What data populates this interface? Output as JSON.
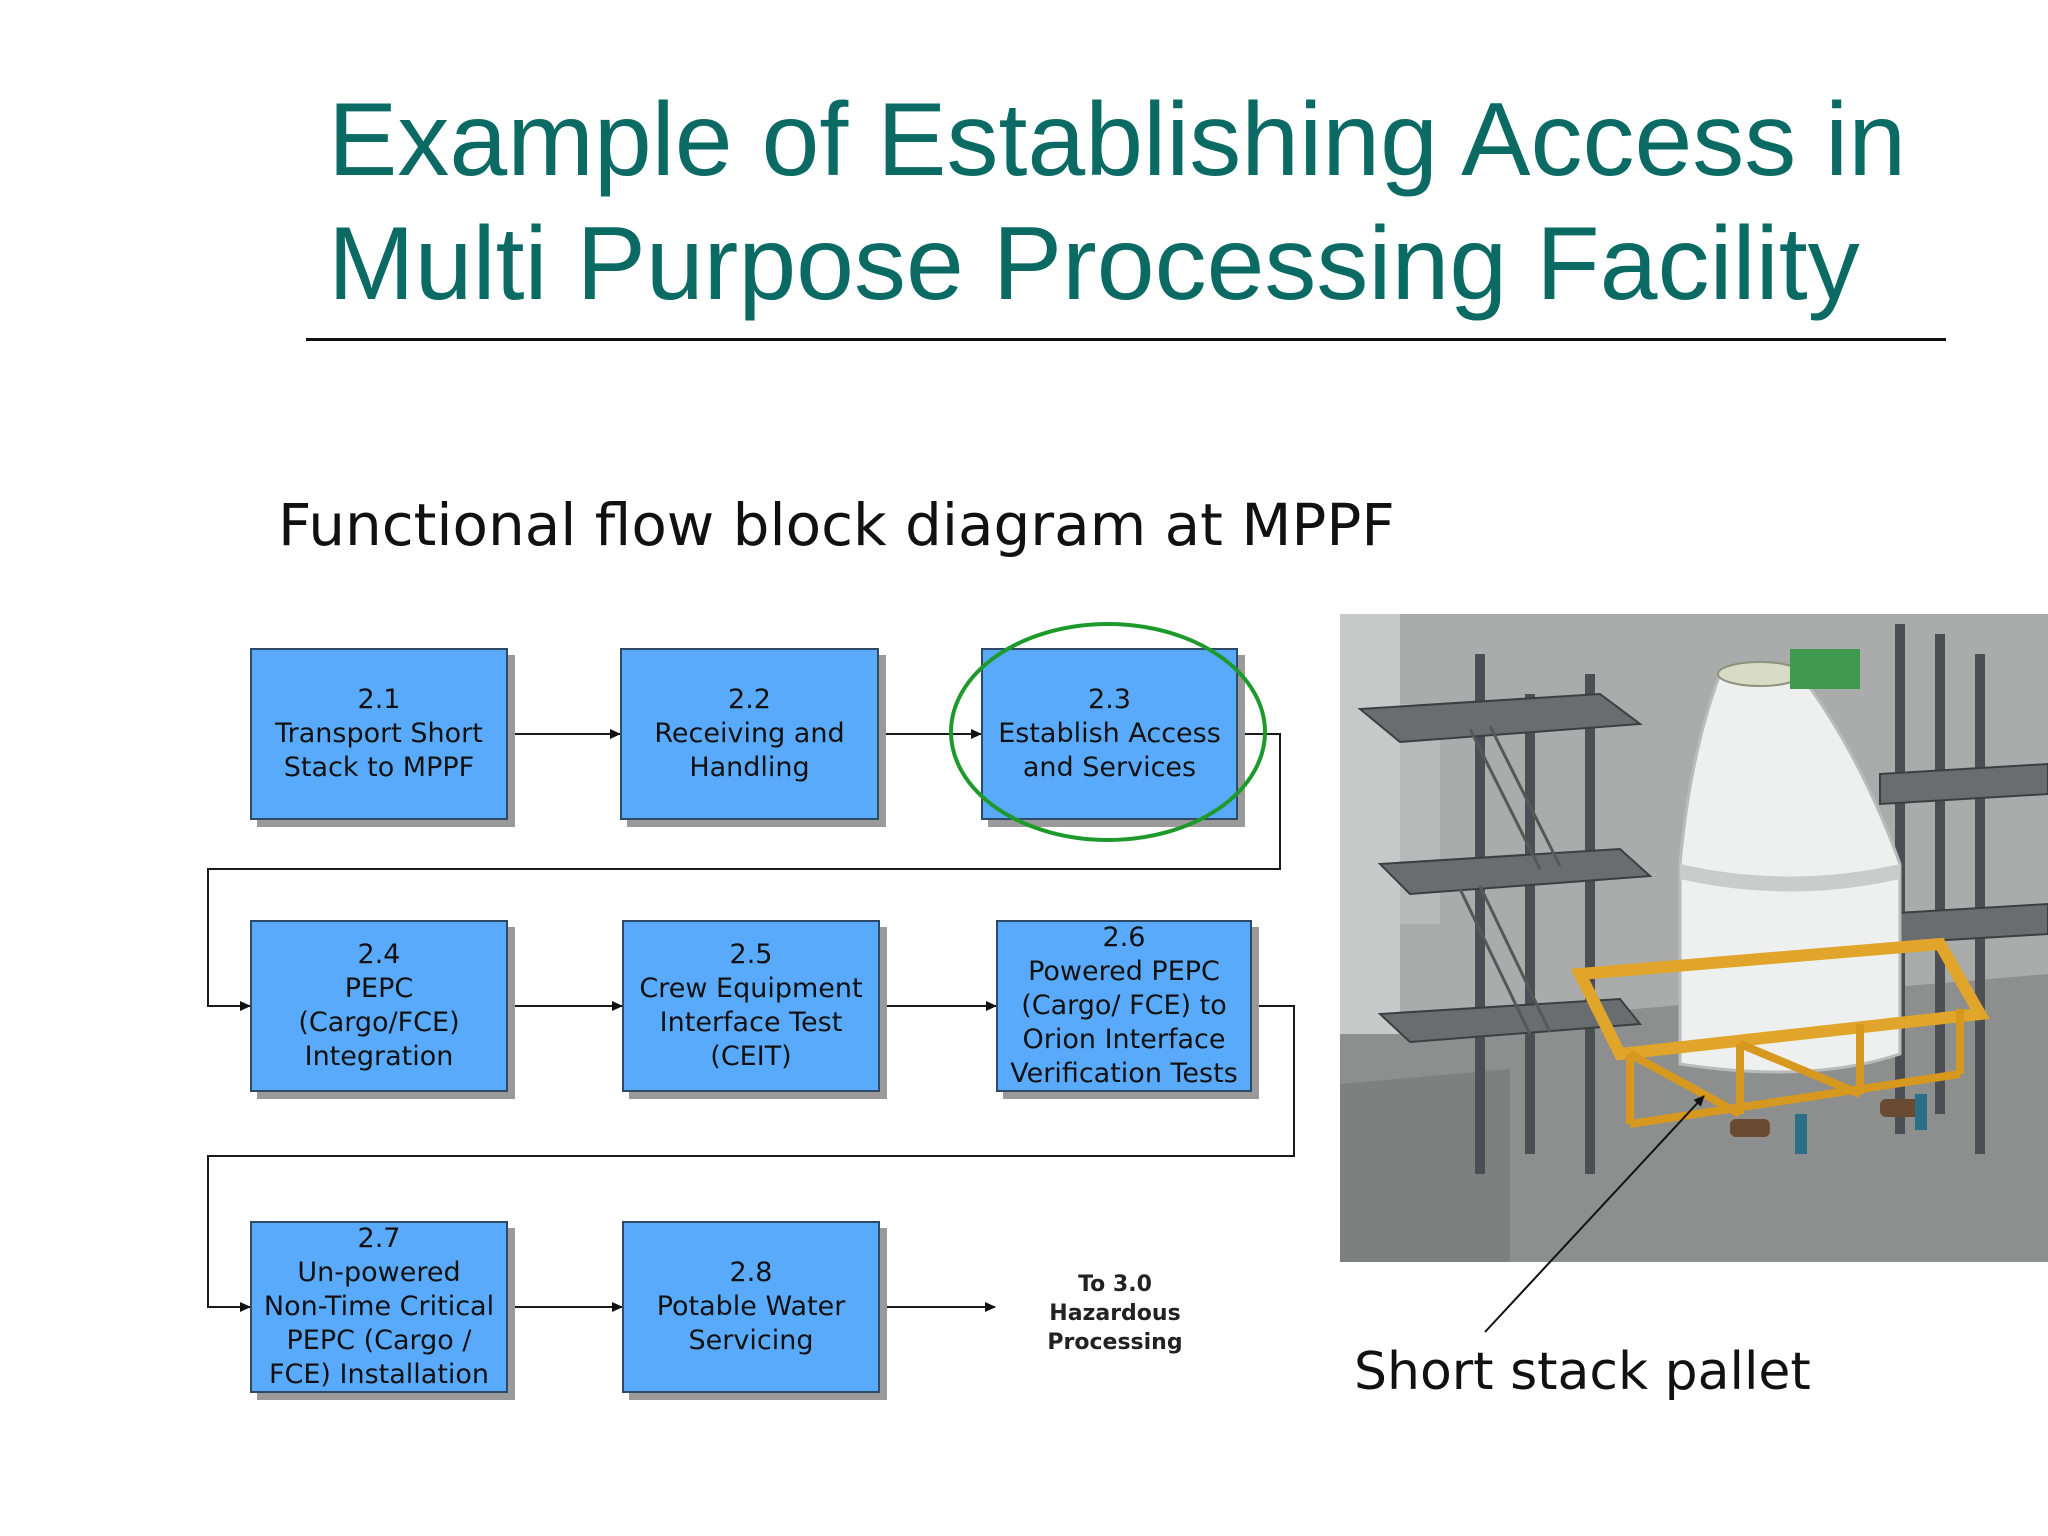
{
  "slide": {
    "title_lines": [
      "Example of Establishing Access in",
      "Multi Purpose Processing Facility"
    ],
    "subtitle": "Functional flow block diagram at MPPF"
  },
  "diagram": {
    "blocks": [
      {
        "id": "2.1",
        "lines": [
          "2.1",
          "Transport Short",
          "Stack to MPPF"
        ]
      },
      {
        "id": "2.2",
        "lines": [
          "2.2",
          "Receiving and",
          "Handling"
        ]
      },
      {
        "id": "2.3",
        "lines": [
          "2.3",
          "Establish Access",
          "and Services"
        ],
        "highlighted": true
      },
      {
        "id": "2.4",
        "lines": [
          "2.4",
          "PEPC",
          "(Cargo/FCE)",
          "Integration"
        ]
      },
      {
        "id": "2.5",
        "lines": [
          "2.5",
          "Crew Equipment",
          "Interface Test",
          "(CEIT)"
        ]
      },
      {
        "id": "2.6",
        "lines": [
          "2.6",
          "Powered PEPC",
          "(Cargo/ FCE) to",
          "Orion Interface",
          "Verification Tests"
        ]
      },
      {
        "id": "2.7",
        "lines": [
          "2.7",
          "Un-powered",
          "Non-Time Critical",
          "PEPC (Cargo /",
          "FCE) Installation"
        ]
      },
      {
        "id": "2.8",
        "lines": [
          "2.8",
          "Potable Water",
          "Servicing"
        ]
      }
    ],
    "terminal_lines": [
      "To 3.0",
      "Hazardous",
      "Processing"
    ],
    "colors": {
      "block_fill": "#5aaafc",
      "highlight_ring": "#1e9a2c",
      "title": "#0b6b64"
    }
  },
  "illustration": {
    "caption": "Short stack pallet"
  }
}
